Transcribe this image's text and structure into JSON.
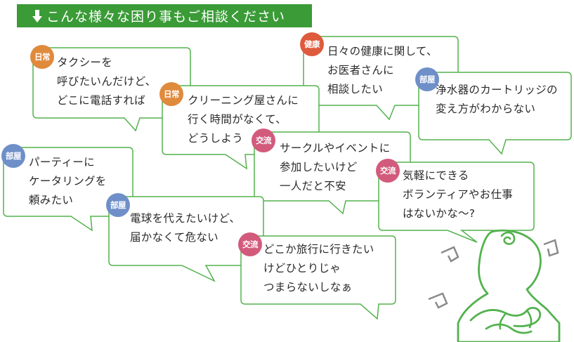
{
  "banner": {
    "text": "こんな様々な困り事もご相談ください"
  },
  "tag_colors": {
    "nichijo": "#e08a3c",
    "kenko": "#de5a3d",
    "heya": "#6f8fc9",
    "koryu": "#d25b7c"
  },
  "bubbles": [
    {
      "tag": "日常",
      "lines": [
        "タクシーを",
        "呼びたいんだけど、",
        "どこに電話すれば"
      ]
    },
    {
      "tag": "健康",
      "lines": [
        "日々の健康に関して、",
        "お医者さんに",
        "相談したい"
      ]
    },
    {
      "tag": "部屋",
      "lines": [
        "浄水器のカートリッジの",
        "変え方がわからない"
      ]
    },
    {
      "tag": "日常",
      "lines": [
        "クリーニング屋さんに",
        "行く時間がなくて、",
        "どうしよう"
      ]
    },
    {
      "tag": "交流",
      "lines": [
        "サークルやイベントに",
        "参加したいけど",
        "一人だと不安"
      ]
    },
    {
      "tag": "交流",
      "lines": [
        "気軽にできる",
        "ボランティアやお仕事",
        "はないかな～?"
      ]
    },
    {
      "tag": "部屋",
      "lines": [
        "パーティーに",
        "ケータリングを",
        "頼みたい"
      ]
    },
    {
      "tag": "部屋",
      "lines": [
        "電球を代えたいけど、",
        "届かなくて危ない"
      ]
    },
    {
      "tag": "交流",
      "lines": [
        "どこか旅行に行きたい",
        "けどひとりじゃ",
        "つまらないしなぁ"
      ]
    }
  ]
}
